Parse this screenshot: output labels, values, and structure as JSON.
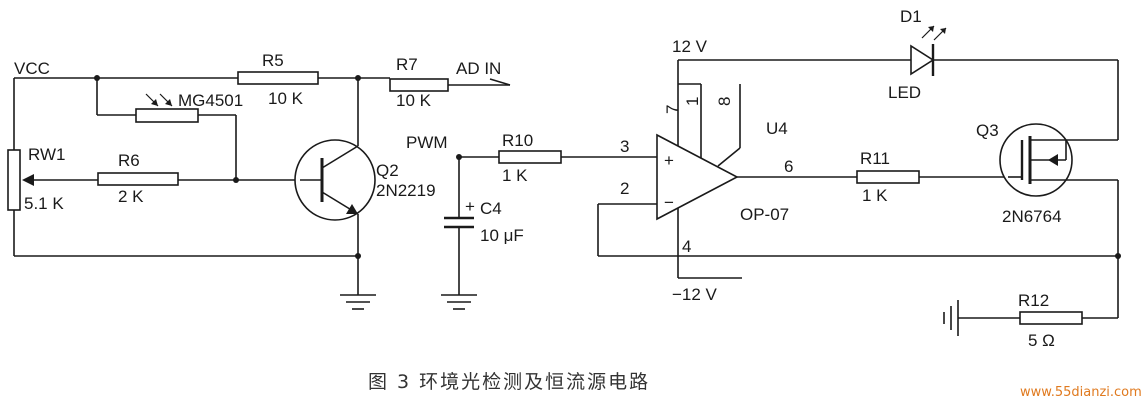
{
  "diagram": {
    "labels": {
      "vcc": "VCC",
      "r5": "R5",
      "r5_val": "10 K",
      "r7": "R7",
      "r7_val": "10 K",
      "ad_in": "AD IN",
      "mg": "MG4501",
      "rw1": "RW1",
      "rw1_val": "5.1 K",
      "r6": "R6",
      "r6_val": "2 K",
      "q2": "Q2",
      "q2_part": "2N2219",
      "pwm": "PWM",
      "r10": "R10",
      "r10_val": "1 K",
      "c4": "C4",
      "c4_val": "10 μF",
      "c4_plus": "+",
      "v12": "12 V",
      "vneg12": "−12 V",
      "pin3": "3",
      "pin2": "2",
      "pin4": "4",
      "pin6": "6",
      "pin7": "7",
      "pin1": "1",
      "pin8": "8",
      "op_plus": "+",
      "op_minus": "−",
      "u4": "U4",
      "op07": "OP-07",
      "d1": "D1",
      "led": "LED",
      "r11": "R11",
      "r11_val": "1 K",
      "q3": "Q3",
      "q3_part": "2N6764",
      "r12": "R12",
      "r12_val": "5 Ω"
    },
    "caption": "图 3    环境光检测及恒流源电路",
    "watermark": "www.55dianzi.com"
  }
}
